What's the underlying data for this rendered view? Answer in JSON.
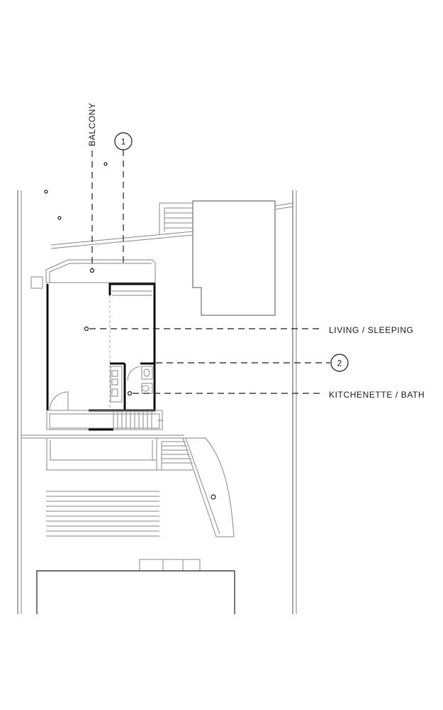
{
  "labels": {
    "balcony": "BALCONY",
    "living_sleeping": "LIVING / SLEEPING",
    "kitchenette_bath": "KITCHENETTE / BATH"
  },
  "callouts": {
    "one": "1",
    "two": "2"
  }
}
